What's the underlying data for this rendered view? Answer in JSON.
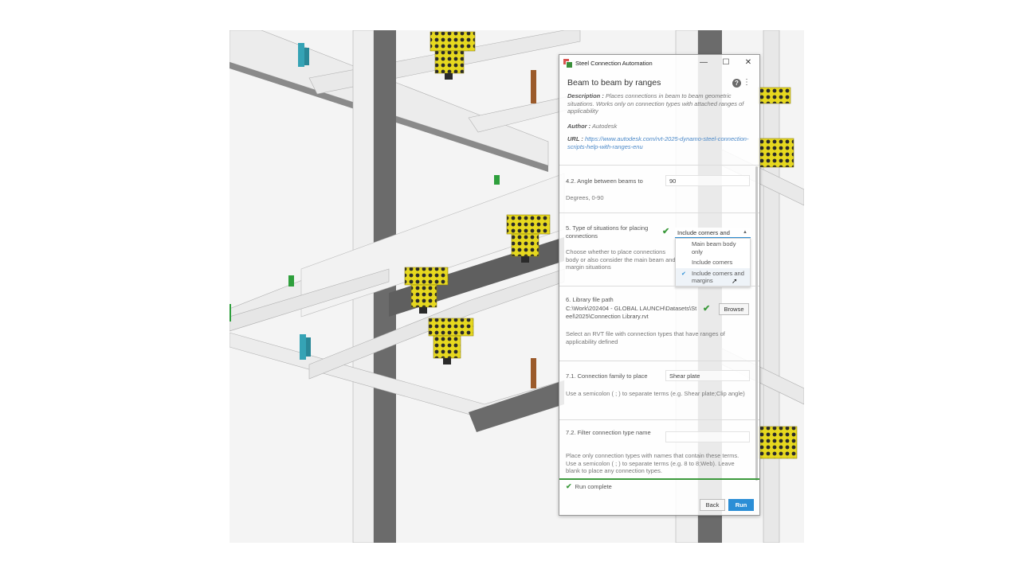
{
  "window": {
    "title": "Steel Connection Automation",
    "minimize_glyph": "—",
    "maximize_glyph": "☐",
    "close_glyph": "✕"
  },
  "header": {
    "title": "Beam to beam by ranges",
    "help_glyph": "?",
    "more_glyph": "⋮"
  },
  "meta": {
    "description_label": "Description :",
    "description_text": "Places connections in beam to beam geometric situations. Works only on connection types with attached ranges of applicability",
    "author_label": "Author :",
    "author_value": "Autodesk",
    "url_label": "URL :",
    "url_value": "https://www.autodesk.com/rvt-2025-dynamo-steel-connection-scripts-help-with-ranges-enu"
  },
  "inputs": {
    "angle": {
      "label": "4.2. Angle between beams to",
      "value": "90",
      "hint": "Degrees, 0-90"
    },
    "situations": {
      "label": "5. Type of situations for placing connections",
      "selected": "Include corners and",
      "options": [
        "Main beam body only",
        "Include corners",
        "Include corners and margins"
      ],
      "description": "Choose whether to place connections body or also consider the main beam and margin situations"
    },
    "library": {
      "label": "6. Library file path",
      "path": "C:\\Work\\202404 - GLOBAL LAUNCH\\Datasets\\Steel\\2025\\Connection Library.rvt",
      "browse_label": "Browse",
      "description": "Select an RVT file with connection types that have ranges of applicability defined"
    },
    "family": {
      "label": "7.1. Connection family to place",
      "value": "Shear plate",
      "description": "Use a semicolon ( ; ) to separate terms (e.g. Shear plate;Clip angle)"
    },
    "filter": {
      "label": "7.2. Filter connection type name",
      "value": "",
      "description": "Place only connection types with names that contain these terms. Use a semicolon ( ; ) to separate terms (e.g. 8 to 8;Web). Leave blank to place any connection types."
    }
  },
  "footer": {
    "status": "Run complete",
    "back_label": "Back",
    "run_label": "Run"
  },
  "icons": {
    "check": "✔",
    "caret": "▲",
    "cursor": "➚"
  },
  "colors": {
    "accent": "#2b8ed6",
    "success": "#3c9a3c",
    "plate_yellow": "#e6d81f",
    "beam_light": "#ececec",
    "beam_dark": "#6b6b6b",
    "column_teal": "#35a3b5",
    "plate_brown": "#9b5a2a",
    "stiffener_green": "#2e9f3c"
  }
}
